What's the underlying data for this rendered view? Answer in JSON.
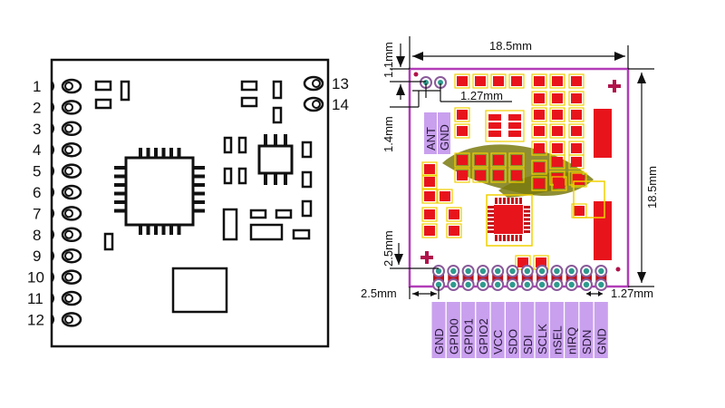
{
  "left_module": {
    "left_pins": [
      "1",
      "2",
      "3",
      "4",
      "5",
      "6",
      "7",
      "8",
      "9",
      "10",
      "11",
      "12"
    ],
    "right_pins": [
      "13",
      "14"
    ]
  },
  "right_module": {
    "dimensions": {
      "width": "18.5mm",
      "height": "18.5mm",
      "top_offset": "1.1mm",
      "ant_offset": "1.4mm",
      "ant_pitch": "1.27mm",
      "bottom_offset": "2.5mm",
      "left_offset": "2.5mm",
      "header_pitch": "1.27mm"
    },
    "top_pin_labels": [
      "ANT",
      "GND"
    ],
    "bottom_pin_labels": [
      "GND",
      "GPIO0",
      "GPIO1",
      "GPIO2",
      "VCC",
      "SDO",
      "SDI",
      "SCLK",
      "nSEL",
      "nIRQ",
      "SDN",
      "GND"
    ],
    "colors": {
      "board_outline": "#b23cb8",
      "pad": "#e8141c",
      "pad_outline": "#f0d000",
      "label_bg": "#c9a0ee",
      "via": "#2f9a8e",
      "ground_pour": "#7a7a10",
      "marker": "#b0124a"
    }
  }
}
